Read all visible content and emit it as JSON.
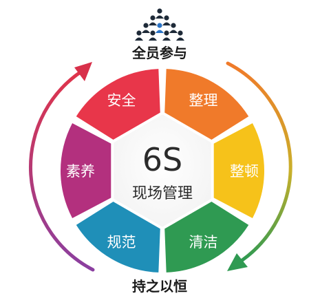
{
  "diagram": {
    "top_caption": "全员参与",
    "bottom_caption": "持之以恒",
    "center_title": "6S",
    "center_subtitle": "现场管理",
    "segments": [
      {
        "label": "安全",
        "color": "#e8364a"
      },
      {
        "label": "整理",
        "color": "#f07a2a"
      },
      {
        "label": "整顿",
        "color": "#f6c21a"
      },
      {
        "label": "清洁",
        "color": "#2f9a52"
      },
      {
        "label": "规范",
        "color": "#1f8fb8"
      },
      {
        "label": "素养",
        "color": "#b3307e"
      }
    ],
    "arrow_left_color": "#c8304e",
    "arrow_right_color": "#d9892a",
    "people_icon_color": "#1e2a38",
    "people_icon_highlight": "#2b74c6"
  }
}
